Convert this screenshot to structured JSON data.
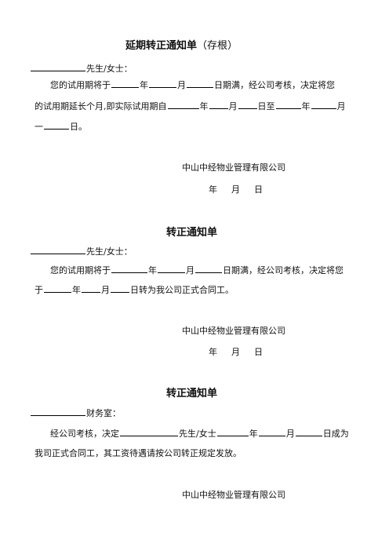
{
  "section1": {
    "title": "延期转正通知单",
    "title_suffix": "（存根）",
    "salutation": "先生/女士：",
    "line1": {
      "p1": "您的试用期将于",
      "year": "年",
      "month": "月",
      "p2": "日期满，经公司考核，决定将您"
    },
    "line2": {
      "p1": "的试用期延长个月,即实际试用期自",
      "year": "年",
      "month": "月",
      "day_to": "日至",
      "year2": "年",
      "month2": "月"
    },
    "line3": {
      "p1": "一",
      "day": "日。"
    },
    "company": "中山中经物业管理有限公司",
    "date": {
      "year": "年",
      "month": "月",
      "day": "日"
    }
  },
  "section2": {
    "title": "转正通知单",
    "salutation": "先生/女士：",
    "line1": {
      "p1": "您的试用期将于",
      "year": "年",
      "month": "月",
      "p2": "日期满，经公司考核，决定将您"
    },
    "line2": {
      "p1": "于",
      "year": "年",
      "month": "月",
      "p2": "日转为我公司正式合同工。"
    },
    "company": "中山中经物业管理有限公司",
    "date": {
      "year": "年",
      "month": "月",
      "day": "日"
    }
  },
  "section3": {
    "title": "转正通知单",
    "salutation": "财务室：",
    "line1": {
      "p1": "经公司考核，决定",
      "p2": "先生/女士",
      "year": "年",
      "month": "月",
      "p3": "日成为"
    },
    "line2": "我司正式合同工，其工资待遇请按公司转正规定发放。",
    "company": "中山中经物业管理有限公司"
  }
}
